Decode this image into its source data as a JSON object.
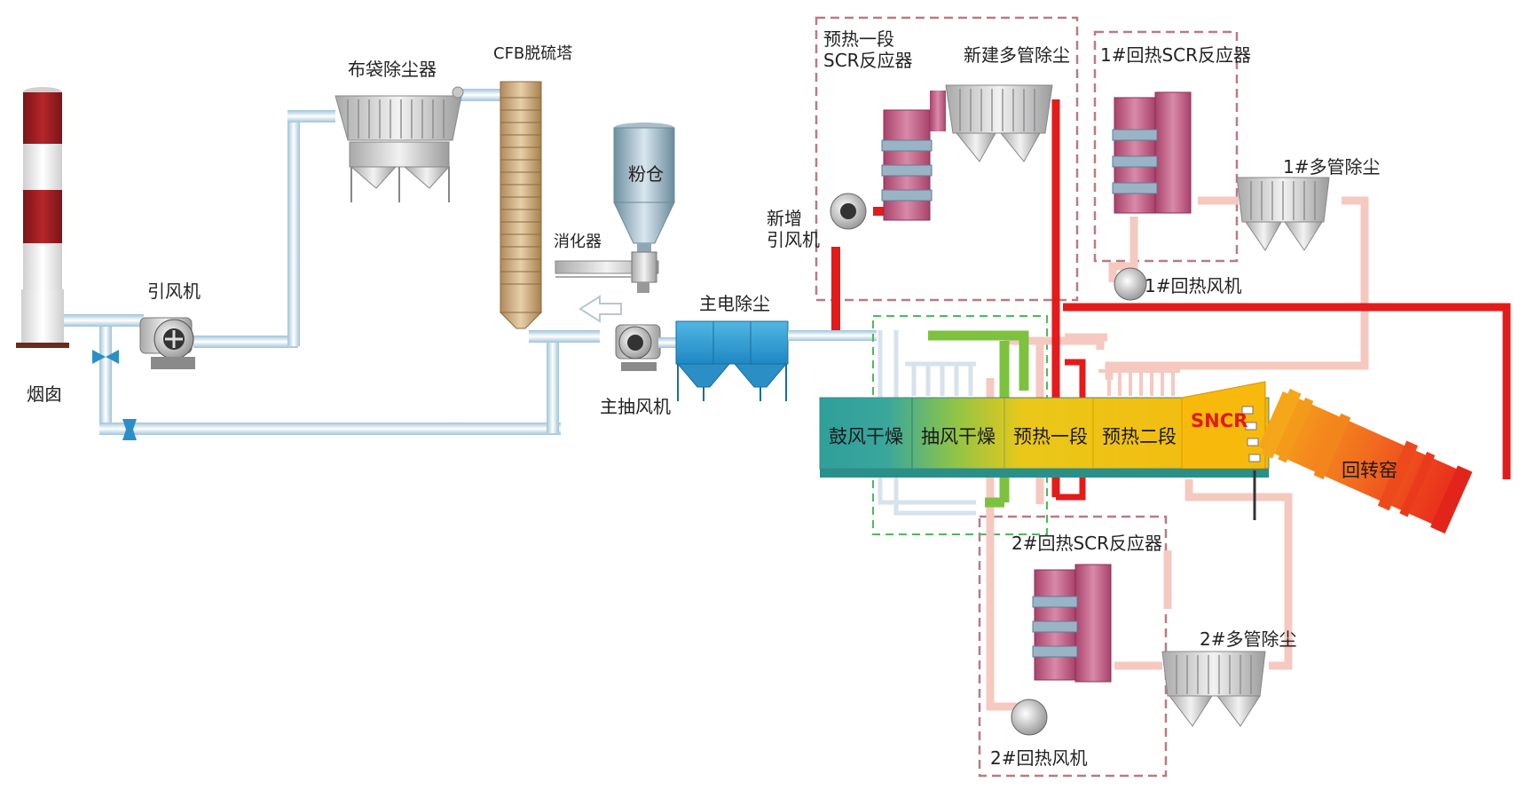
{
  "labels": {
    "chimney": "烟囱",
    "induced_fan": "引风机",
    "bag_filter": "布袋除尘器",
    "cfb_tower": "CFB脱硫塔",
    "powder_bin": "粉仓",
    "digester": "消化器",
    "main_esp": "主电除尘",
    "main_exhaust_fan": "主抽风机",
    "new_fan": "新增\n引风机",
    "preheat1_scr": "预热一段\nSCR反应器",
    "new_multitube": "新建多管除尘",
    "scr1": "1#回热SCR反应器",
    "multitube1": "1#多管除尘",
    "fan1": "1#回热风机",
    "scr2": "2#回热SCR反应器",
    "multitube2": "2#多管除尘",
    "fan2": "2#回热风机",
    "kiln": "回转窑"
  },
  "grate_sections": [
    {
      "label": "鼓风干燥",
      "color": "#2aa3a0"
    },
    {
      "label": "抽风干燥",
      "color": "#6ab84a"
    },
    {
      "label": "预热一段",
      "color": "#f2c417"
    },
    {
      "label": "预热二段",
      "color": "#f7b90c"
    },
    {
      "label": "SNCR",
      "color": "#f7b90c"
    }
  ],
  "colors": {
    "pipe_blue": "#cfe3f0",
    "pipe_red": "#e31b1b",
    "pipe_pink": "#f5c9c0",
    "pipe_green": "#7cc23f",
    "scr_body": "#c75a83",
    "dash_pink": "#b97a86",
    "dash_green": "#4cbb5a"
  }
}
